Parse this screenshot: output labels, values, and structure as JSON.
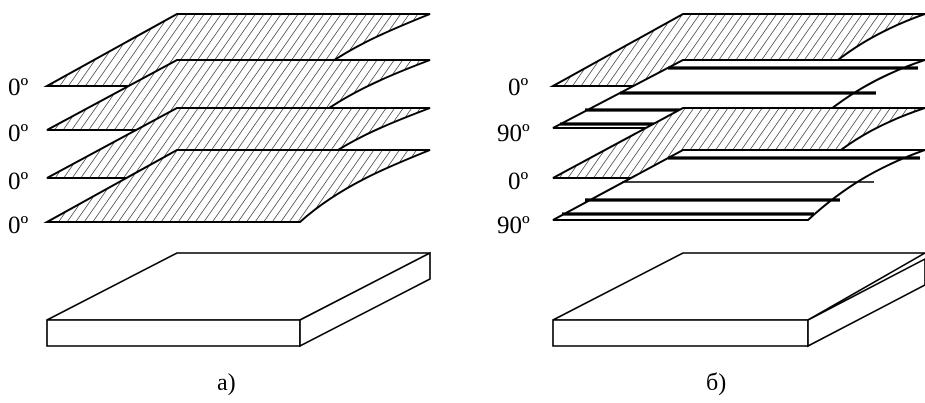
{
  "diagram": {
    "panel_a": {
      "caption": "а)",
      "layers": [
        {
          "angle": "0º",
          "orientation": "0"
        },
        {
          "angle": "0º",
          "orientation": "0"
        },
        {
          "angle": "0º",
          "orientation": "0"
        },
        {
          "angle": "0º",
          "orientation": "0"
        }
      ],
      "base": "plate"
    },
    "panel_b": {
      "caption": "б)",
      "layers": [
        {
          "angle": "0º",
          "orientation": "0"
        },
        {
          "angle": "90º",
          "orientation": "90"
        },
        {
          "angle": "0º",
          "orientation": "0"
        },
        {
          "angle": "90º",
          "orientation": "90"
        }
      ],
      "base": "plate"
    }
  }
}
